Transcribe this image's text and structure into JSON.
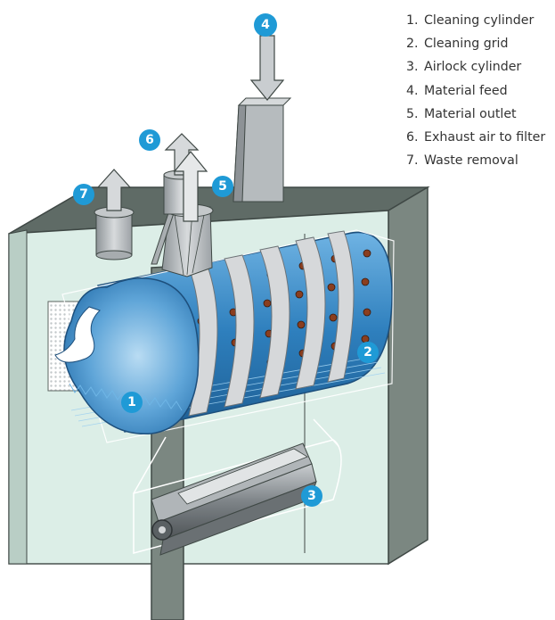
{
  "legend": [
    {
      "num": "1.",
      "label": "Cleaning cylinder"
    },
    {
      "num": "2.",
      "label": "Cleaning grid"
    },
    {
      "num": "3.",
      "label": "Airlock cylinder"
    },
    {
      "num": "4.",
      "label": "Material feed"
    },
    {
      "num": "5.",
      "label": "Material outlet"
    },
    {
      "num": "6.",
      "label": "Exhaust air to filter"
    },
    {
      "num": "7.",
      "label": "Waste removal"
    }
  ],
  "markers": {
    "m1": "1",
    "m2": "2",
    "m3": "3",
    "m4": "4",
    "m5": "5",
    "m6": "6",
    "m7": "7"
  },
  "colors": {
    "marker": "#1f9ad6",
    "housing_front": "#dbeee6",
    "housing_top": "#5f6b66",
    "housing_side": "#7b8781",
    "drum_blue": "#3d8ec9",
    "band": "#d6d8da"
  }
}
